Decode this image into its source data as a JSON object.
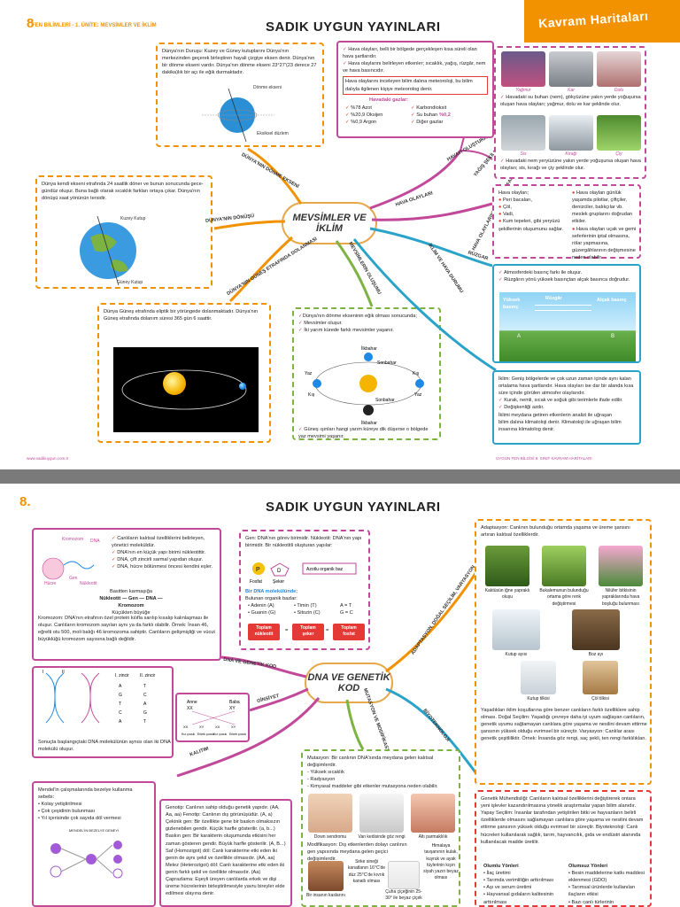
{
  "page1": {
    "number": "8",
    "subtitle_prefix": "FEN BİLİMLERİ - 1. ÜNİTE:",
    "subtitle_topic": "MEVSİMLER VE İKLİM",
    "publisher": "SADIK UYGUN YAYINLARI",
    "series": "Kavram Haritaları",
    "center": "MEVSİMLER VE İKLİM",
    "branches": [
      "DÜNYA'NIN DÖNME EKSENİ",
      "DÜNYA'NIN DÖNÜŞÜ",
      "DÜNYA'NIN GÜNEŞ ETRAFINDA DOLANMASI",
      "MEVSİMLERİN OLUŞUMU",
      "HAVA OLAYLARI",
      "HAVAYI OLUŞTURAN TEMEL BİLEŞENLER",
      "YAĞIŞ ŞEKİLLERİ",
      "HAVA OLAYLARINI ETKİLEYEN FAKTÖRLER",
      "RÜZGAR",
      "İKLİM VE HAVA DURUMU"
    ],
    "axis_text": "Dünya'nın Duruşu: Kuzey ve Güney kutuplarını Dünya'nın merkezinden geçerek birleştiren hayali çizgiye eksen denir. Dünya'nın bir dönme ekseni vardır. Dünya'nın dönme ekseni 23°27'(23 derece 27 dakika)lık bir açı ile eğik durmaktadır.",
    "axis_labels": [
      "Dönme ekseni",
      "Eksiksel düzlem"
    ],
    "rotation_text": "Dünya kendi ekseni etrafında 24 saatlik döner ve bunun sonucunda gece-gündüz oluşur. Buna bağlı olarak sıcaklık farkları ortaya çıkar. Dünya'nın dönüşü saat yönünün tersidir.",
    "rotation_labels": [
      "Kuzey Kutup",
      "Güney Kutup"
    ],
    "orbit_text": "Dünya Güneş etrafında eliptik bir yörüngede dolanmaktadır. Dünya'nın Güneş etrafında dolanım süresi 365 gün 6 saattir.",
    "seasons_intro": "Dünya'nın dönme ekseninin eğik olması sonucunda;",
    "seasons_items": [
      "Mevsimler oluşur.",
      "İki yarım kürede farklı mevsimler yaşanır."
    ],
    "seasons_labels": [
      "İlkbahar",
      "Yaz",
      "Sonbahar",
      "Kış",
      "Kış",
      "Sonbahar",
      "Yaz",
      "İlkbahar"
    ],
    "seasons_note": "Güneş ışınları hangi yarım küreye dik düşerse o bölgede yaz mevsimi yaşanır.",
    "weather_items": [
      "Hava olayları, belli bir bölgede gerçekleşen kısa süreli olan hava şartlarıdır.",
      "Hava olaylarını belirleyen etkenler; sıcaklık, yağış, rüzgâr, nem ve hava basıncıdır."
    ],
    "weather_note": "Hava olaylarını inceleyen bilim dalına meteoroloji, bu bilim dalıyla ilgilenen kişiye meteorolog denir.",
    "gases_title": "Havadaki gazlar:",
    "gases_left": [
      "%78 Azot",
      "%20,9 Oksijen",
      "%0,9 Argon"
    ],
    "gases_right": [
      "Karbondioksit",
      "Su buharı",
      "Diğer gazlar"
    ],
    "gases_total": "%0,2",
    "precip_captions_1": [
      "Yağmur",
      "Kar",
      "Dolu"
    ],
    "precip_text_1": "Havadaki su buharı (nem), gökyüzüne yakın yerde yoğuşursa oluşan hava olayları; yağmur, dolu ve kar şeklinde olur.",
    "precip_captions_2": [
      "Sis",
      "Kırağı",
      "Çiy"
    ],
    "precip_text_2": "Havadaki nem yeryüzüne yakın yerde yoğuşursa oluşan hava olayları; sis, kırağı ve çiy şeklinde olur.",
    "factors_title": "Hava olayları;",
    "factors_left": [
      "Peri bacaları,",
      "Çöl,",
      "Vadi,",
      "Kum tepeleri, gibi yeryüzü şekillerinin oluşumunu sağlar."
    ],
    "factors_right": [
      "Hava olayları günlük yaşamda pilotlar, çiftçiler, denizciler, balıkçılar vb. meslek gruplarını doğrudan etkiler.",
      "Hava olayları uçak ve gemi seferlerinin iptal olmasına, rölar yapmasına, güzergâhlarının değişmesine neden olabilir."
    ],
    "wind_items": [
      "Atmosferdeki basınç farkı ile oluşur.",
      "Rüzgârın yönü yüksek basınçtan alçak basınca doğrudur."
    ],
    "wind_labels": [
      "Yüksek basınç",
      "Rüzgâr",
      "Alçak basınç",
      "A",
      "B"
    ],
    "climate_text": "İklim: Geniş bölgelerde ve çok uzun zaman içinde aynı kalan ortalama hava şartlarıdır. Hava olayları ise dar bir alanda kısa süre içinde görülen atmosfer olaylarıdır.",
    "climate_items": [
      "Kurak, nemli, sıcak ve soğuk gibi terimlerle ifade edilir.",
      "Değişkenliği azdır."
    ],
    "climate_note": "İklimi meydana getiren etkenlerin analizi ile uğraşan bilim dalına klimatoloji denir. Klimatoloji ile uğraşan bilim insanına klimatolog denir.",
    "footer_left": "www.sadikuygun.com.tr",
    "footer_right": "UYGUN FEN BİLGİSİ 8. SINIF KAVRAM HARİTALARI"
  },
  "page2": {
    "number": "8.",
    "publisher": "SADIK UYGUN YAYINLARI",
    "center": "DNA VE GENETİK KOD",
    "branches": [
      "DNA VE GENETİK KOD",
      "GİNSİYET",
      "KALITIM",
      "MUTASYON VE MODİFİKASYON",
      "BİYOTEKNOLOJİ",
      "ADAPTASYON, DOĞAL SEÇİLİM, VARYASYON"
    ],
    "dna_labels": [
      "Kromozom",
      "DNA",
      "Hücre",
      "Gen",
      "Nükleotit"
    ],
    "dna_items": [
      "Canlıların kalıtsal özelliklerini belirleyen, yönetici moleküldür.",
      "DNA'nın en küçük yapı birimi nükleotittir.",
      "DNA, çift zincirli sarmal yapıdan oluşur.",
      "DNA, hücre bölünmesi öncesi kendini eşler."
    ],
    "dna_scale": [
      "Basitten karmaşığa",
      "Nükleotit — Gen — DNA — Kromozom",
      "Küçükten büyüğe"
    ],
    "dna_text": "Kromozom: DNA'nın etrafının özel protein kılıfla sarılıp kısalıp kalınlaşması ile oluşur. Canlıların kromozom sayıları aynı ya da farklı olabilir. Örnek: İnsan 46, eğrelti otu 500, moli balığı 46 kromozoma sahiptir. Canlıların gelişmişliği ve vücut büyüklüğü kromozom sayısına bağlı değildir.",
    "gene_text": "Gen: DNA'nın görev birimidir. Nükleotit: DNA'nın yapı birimidir. Bir nükleotitli oluşturan yapılar:",
    "gene_parts": [
      "P",
      "D",
      "Fosfat",
      "Şeker",
      "Azotlu organik baz"
    ],
    "dna_mol_title": "Bir DNA molekülünde;",
    "dna_mol_sub": "Bulunan organik bazlar:",
    "bases_left": [
      "Adenin (A)",
      "Guanin (G)"
    ],
    "bases_right": [
      "Timin (T)",
      "Sitozin (C)"
    ],
    "base_eq": [
      "A = T",
      "G = C"
    ],
    "totals": [
      "Toplam nükleotit",
      "=",
      "Toplam şeker",
      "=",
      "Toplam fosfat"
    ],
    "helix_labels": [
      "I",
      "II",
      "I. zincir",
      "II. zincir"
    ],
    "helix_pairs": [
      [
        "A",
        "T"
      ],
      [
        "G",
        "C"
      ],
      [
        "T",
        "A"
      ],
      [
        "C",
        "G"
      ],
      [
        "A",
        "T"
      ]
    ],
    "helix_text": "Sonuçta başlangıçtaki DNA molekülünün aynısı olan iki DNA molekülü oluşur.",
    "family_labels": [
      "Anne",
      "Baba",
      "XX",
      "XY",
      "XX",
      "XY",
      "XX",
      "XY"
    ],
    "family_kids": [
      "Kız çocuk",
      "Erkek çocuk",
      "Kız çocuk",
      "Erkek çocuk"
    ],
    "mendel_title": "Mendel'in çalışmalarında bezelye kullanma sebebi:",
    "mendel_items": [
      "Kolay yetiştirilmesi",
      "Çok çeşidinin bulunması",
      "Yıl içerisinde çok sayıda döl vermesi"
    ],
    "mendel_caption": "MENDEL'İN BEZELYE DENEYİ",
    "genetics_text": "Genotip: Canlının sahip olduğu genetik yapıdır. (AA, Aa, aa) Fenotip: Canlının dış görünüşüdür. (A, a) Çekinik gen: Bir özellikte gene bir baskın olmaksızın gizlenebilen gendir. Küçük harfle gösterilir. (a, b...) Baskın gen: Bir karakterin oluşumunda etkisini her zaman gösteren gendir. Büyük harfle gösterilir. (A, B...) Saf (Homozigot) döl: Canlı karakterine etki eden iki genin de aynı şekil ve özellikte olmasıdır. (AA, aa) Melez (Heterozigot) döl: Canlı karakterine etki eden iki genin farklı şekil ve özellikte olmasıdır. (Aa) Çaprazlama: Eşeyli üreyen canlılarda erkek ve dişi üreme hücrelerinin birleştirilmesiyle yavru bireyler elde edilmesi olayına denir.",
    "mutation_text": "Mutasyon: Bir canlının DNA'sında meydana gelen kalıtsal değişimlerdir.",
    "mutation_items": [
      "Yüksek sıcaklık",
      "Radyasyon",
      "Kimyasal maddeler gibi etkenler mutasyona neden olabilir."
    ],
    "mutation_captions": [
      "Down sendromu",
      "Van kedisinde göz rengi",
      "Altı parmaklılık"
    ],
    "modif_text": "Modifikasyon: Dış etkenlerden dolayı canlının gen yapısında meydana gelen geçici değişimlerdir.",
    "modif_captions": [
      "Bir insanın kaslarını",
      "Sirke sineği kanatlanın 16°C'de düz 25°C'de kıvrık kanatlı olması",
      "Çuha çiçeğinin 25-30° ile beyaz çiçek",
      "Himalaya tavşanının kulak, kuyruk ve ayak tüylerinin kışın siyah yazın beyaz olması"
    ],
    "adapt_text": "Adaptasyon: Canlının bulunduğu ortamda yaşama ve üreme şansını artıran kalıtsal özelliklerdir.",
    "adapt_captions": [
      "Kaktüsün iğne yapraklı oluşu",
      "Bukalemunun bulunduğu ortama göre renk değiştirmesi",
      "Nilüfer bitkisinin yapraklarında hava boşluğu bulunması",
      "Kutup ayısı",
      "Boz ayı",
      "Kutup tilkisi",
      "Çöl tilkisi"
    ],
    "adapt_text2": "Yaşadıkları iklim koşullarına göre benzer canlıların farklı özelliklere sahip olması. Doğal Seçilim: Yaşadığı çevreye daha iyi uyum sağlayan canlıların, genetik uyumu sağlamayan canlılara göre yaşama ve nesilini devam ettirme şansının yüksek olduğu evrimsel bir süreçtir. Varyasyon: Canlılar arası genetik çeşitliliktir. Örnek: İnsanda göz rengi, saç şekli, ten rengi farklılıkları.",
    "biotech_text": "Genetik Mühendisliği: Canlıların kalıtsal özelliklerini değiştirerek ontara yeni işlevler kazandırılmasına yönelik araştırmalar yapan bilim alanıdır. Yapay Seçilim: İnsanlar tarafından yetiştirilen bitki ve hayvanların belirli özelliklerde olmasını sağlamayan canlılara göre yaşama ve nesilini devam ettirme şansının yüksek olduğu evrimsel bir süreçtir. Biyoteknoloji: Canlı hücreleri kullanılarak sağlık, tarım, hayvancılık, gıda ve endüstri alanında kullanılacak madde üretilir.",
    "biotech_pos_title": "Olumlu Yönleri",
    "biotech_pos": [
      "İlaç üretimi",
      "Tarımda verimliliğin arttırılması",
      "Aşı ve serum üretimi",
      "Hayvansal gıdaların kalitesinin arttırılması"
    ],
    "biotech_neg_title": "Olumsuz Yönleri",
    "biotech_neg": [
      "Besin maddelerine katkı maddesi eklenmesi (GDO)",
      "Tarımsal ürünlerde kullanılan ilaçların etkisi",
      "Bazı canlı türlerinin"
    ]
  }
}
